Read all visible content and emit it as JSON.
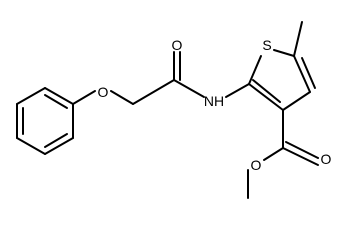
{
  "molecule": {
    "atoms": {
      "oxygen_ether": "O",
      "oxygen_amide": "O",
      "nitrogen_amide": "NH",
      "sulfur_ring": "S",
      "oxygen_ester_carbonyl": "O",
      "oxygen_ester": "O"
    }
  }
}
